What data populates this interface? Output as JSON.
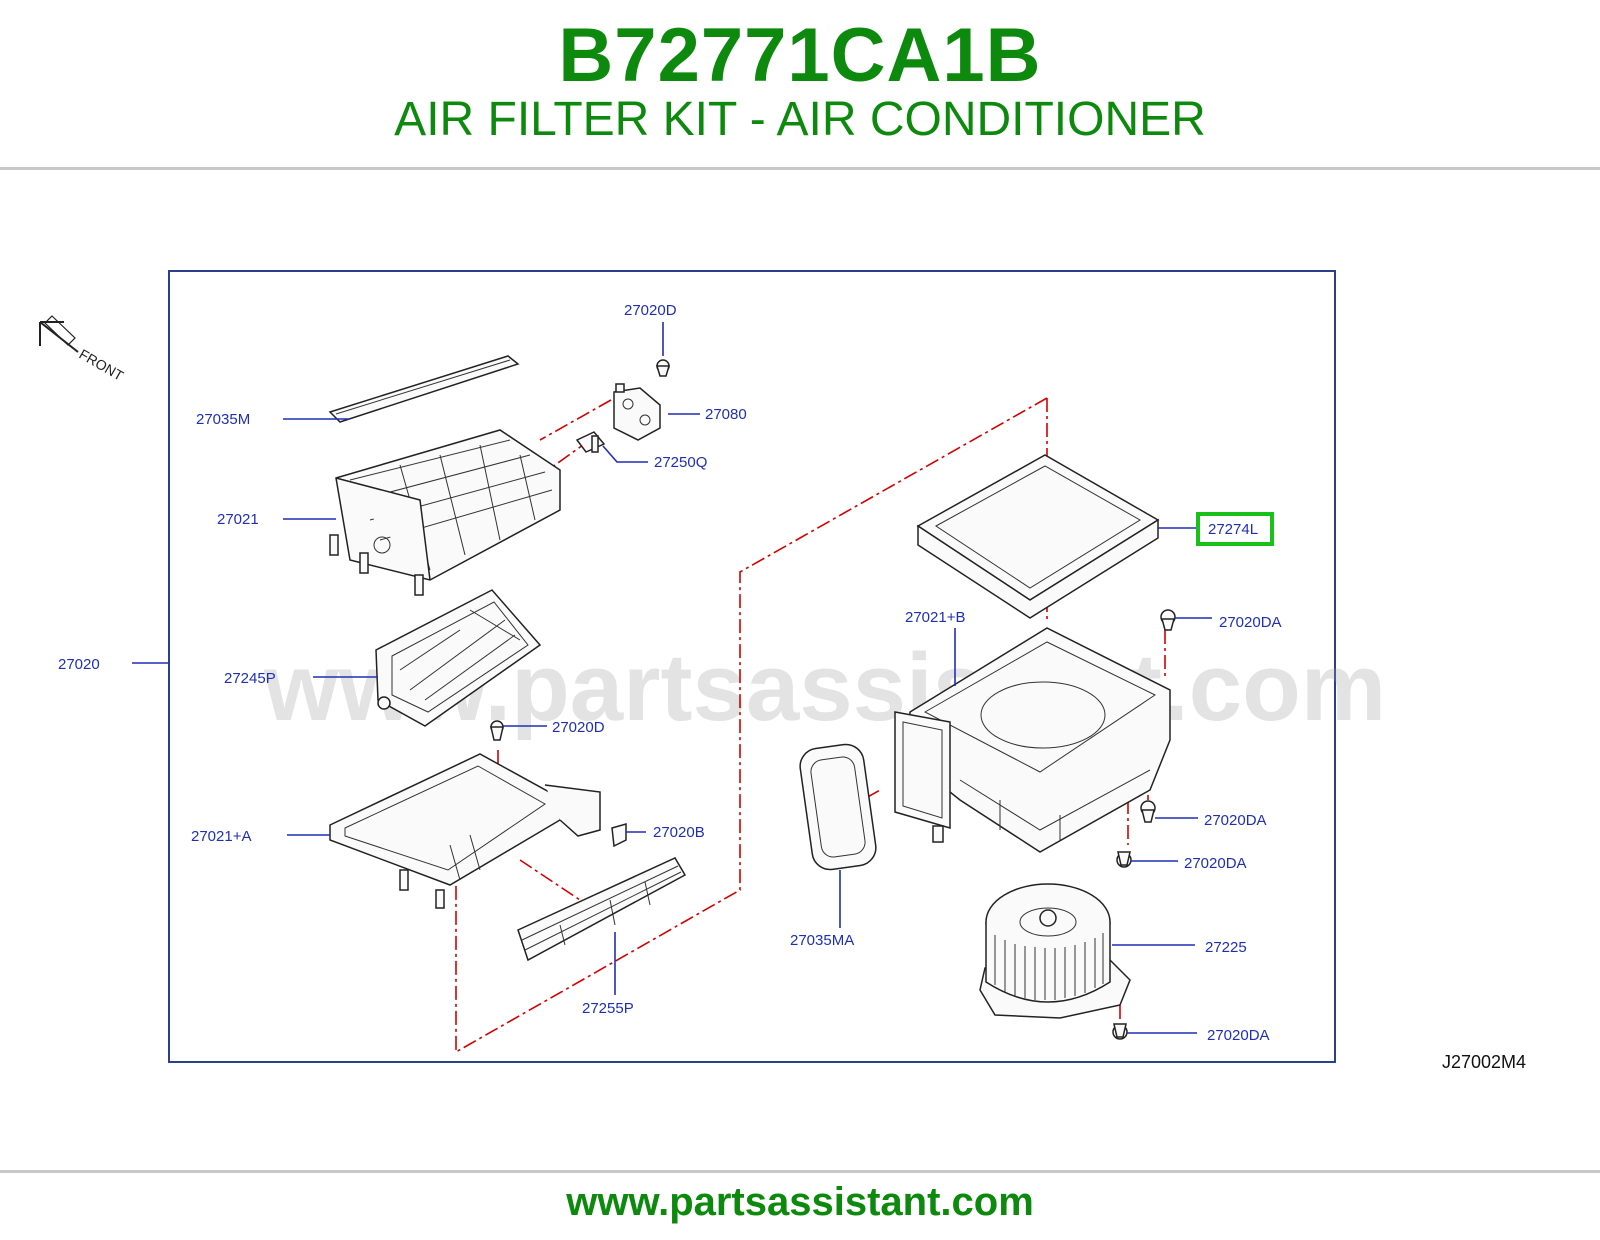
{
  "header": {
    "part_number": "B72771CA1B",
    "description": "AIR FILTER KIT - AIR CONDITIONER"
  },
  "diagram": {
    "front_label": "FRONT",
    "labels": {
      "l_27020d_top": "27020D",
      "l_27035m": "27035M",
      "l_27080": "27080",
      "l_27250q": "27250Q",
      "l_27021": "27021",
      "l_27274l": "27274L",
      "l_27021b": "27021+B",
      "l_27020da_1": "27020DA",
      "l_27020": "27020",
      "l_27245p": "27245P",
      "l_27020d_mid": "27020D",
      "l_27021a": "27021+A",
      "l_27020b": "27020B",
      "l_27020da_2": "27020DA",
      "l_27020da_3": "27020DA",
      "l_27035ma": "27035MA",
      "l_27225": "27225",
      "l_27255p": "27255P",
      "l_27020da_4": "27020DA"
    },
    "highlighted_part": "27274L",
    "highlight_color": "#19c219",
    "reference_code": "J27002M4",
    "watermark": "www.partsassistant.com"
  },
  "footer": {
    "url": "www.partsassistant.com"
  }
}
